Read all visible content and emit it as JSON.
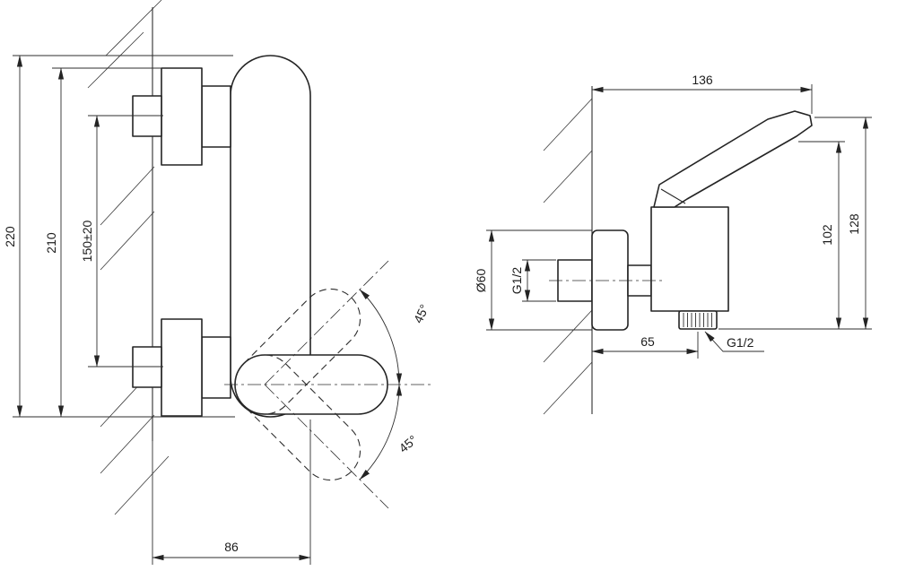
{
  "drawing": {
    "front_view": {
      "overall_height": "220",
      "body_height": "210",
      "mount_spacing": "150±20",
      "depth": "86",
      "handle_angle_up": "45°",
      "handle_angle_down": "45°"
    },
    "side_view": {
      "overall_width": "136",
      "overall_height": "128",
      "body_height": "102",
      "escutcheon_diameter": "Ø60",
      "inlet_thread": "G1/2",
      "outlet_offset": "65",
      "outlet_thread": "G1/2"
    }
  }
}
